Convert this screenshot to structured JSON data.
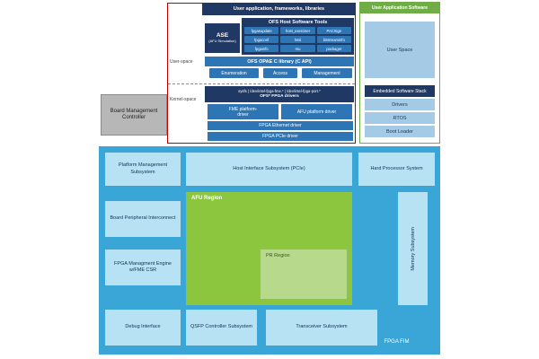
{
  "colors": {
    "navy": "#1f3864",
    "medium_blue": "#2e75b6",
    "fim_blue": "#3aa6d8",
    "light_blue": "#b6e2f4",
    "embedded_light_blue": "#a5cae6",
    "afu_green": "#8cc63f",
    "pr_green": "#b6d98c",
    "header_green": "#70ad47",
    "red_border": "#c00000",
    "gray": "#b7b7b7"
  },
  "bmc": {
    "label": "Board Management Controller"
  },
  "host": {
    "header": "User application, frameworks, libraries",
    "user_space_label": "User-space",
    "kernel_space_label": "Kernel-space",
    "ase_title": "ASE",
    "ase_subtitle": "(AFU Simulation)",
    "tools_title": "OFS Host Software Tools",
    "tools": [
      "fpgasupdate",
      "host_exerciser",
      "PACSign",
      "fpgaconf",
      "hssi",
      "bitstreaminfo",
      "fpgainfo",
      "rsu",
      "packager"
    ],
    "opae_label": "OFS OPAE C library (C API)",
    "api_buttons": [
      "Enumeration",
      "Access",
      "Management"
    ],
    "dev_nodes": "sysfs  |  /dev/intel-fpga-fme.*  |  /dev/intel-fpga-port.*",
    "drivers_label": "OFS* FPGA drivers",
    "fme_driver": "FME platform-driver",
    "afu_driver": "AFU platform driver",
    "eth_driver": "FPGA Ethernet driver",
    "pcie_driver": "FPGA PCIe driver"
  },
  "embedded": {
    "header": "User Application Software",
    "user_space": "User Space",
    "stack_header": "Embedded Software Stack",
    "items": [
      "Drivers",
      "RTOS",
      "Boot Loader"
    ]
  },
  "fim": {
    "corner_label": "FPGA FIM",
    "platform_mgmt": "Platform Management Subsystem",
    "host_interface": "Host Interface Subsystem (PCIe)",
    "hard_processor": "Hard Processor System",
    "board_peripheral": "Board Peripheral Interconnect",
    "fpga_mgmt_engine": "FPGA Managment Engine w/FME CSR",
    "debug_interface": "Debug Interface",
    "afu_region": "AFU Region",
    "pr_region": "PR Region",
    "memory": "Memory Subsystem",
    "qsfp": "QSFP Controller Subsystem",
    "transceiver": "Transceiver Subsystem"
  }
}
